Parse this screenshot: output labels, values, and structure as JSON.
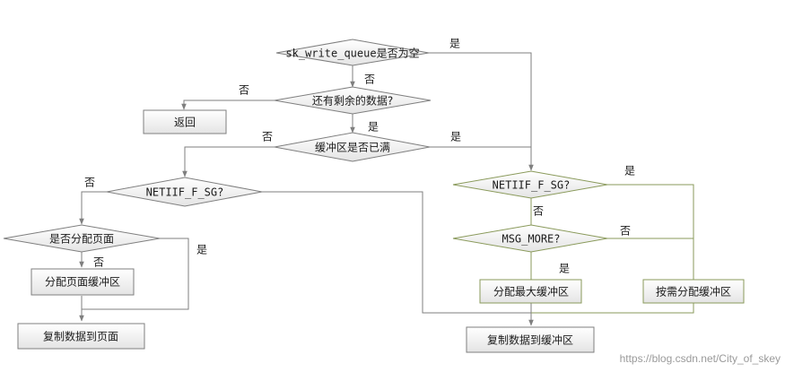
{
  "nodes": {
    "d_queue_empty": "sk_write_queue是否为空",
    "d_data_left": "还有剩余的数据?",
    "b_return": "返回",
    "d_buffer_full": "缓冲区是否已满",
    "d_netiif_left": "NETIIF_F_SG?",
    "d_page_alloc": "是否分配页面",
    "b_alloc_page_buf": "分配页面缓冲区",
    "b_copy_to_page": "复制数据到页面",
    "d_netiif_right": "NETIIF_F_SG?",
    "d_msg_more": "MSG_MORE?",
    "b_alloc_max_buf": "分配最大缓冲区",
    "b_alloc_on_demand": "按需分配缓冲区",
    "b_copy_to_buf": "复制数据到缓冲区"
  },
  "edge_labels": {
    "queue_empty_yes": "是",
    "queue_empty_no": "否",
    "data_left_no": "否",
    "data_left_yes": "是",
    "buffer_full_no": "否",
    "buffer_full_yes": "是",
    "netiif_left_no": "否",
    "page_alloc_no": "否",
    "page_alloc_yes": "是",
    "netiif_right_yes": "是",
    "netiif_right_no": "否",
    "msg_more_no": "否",
    "msg_more_yes": "是"
  },
  "watermark": "https://blog.csdn.net/City_of_skey",
  "colors": {
    "gray_line": "#7f7f7f",
    "green_line": "#8a9a5b",
    "shape_fill_top": "#ffffff",
    "shape_fill_bottom": "#e6e6e6",
    "text": "#1a1a1a"
  }
}
